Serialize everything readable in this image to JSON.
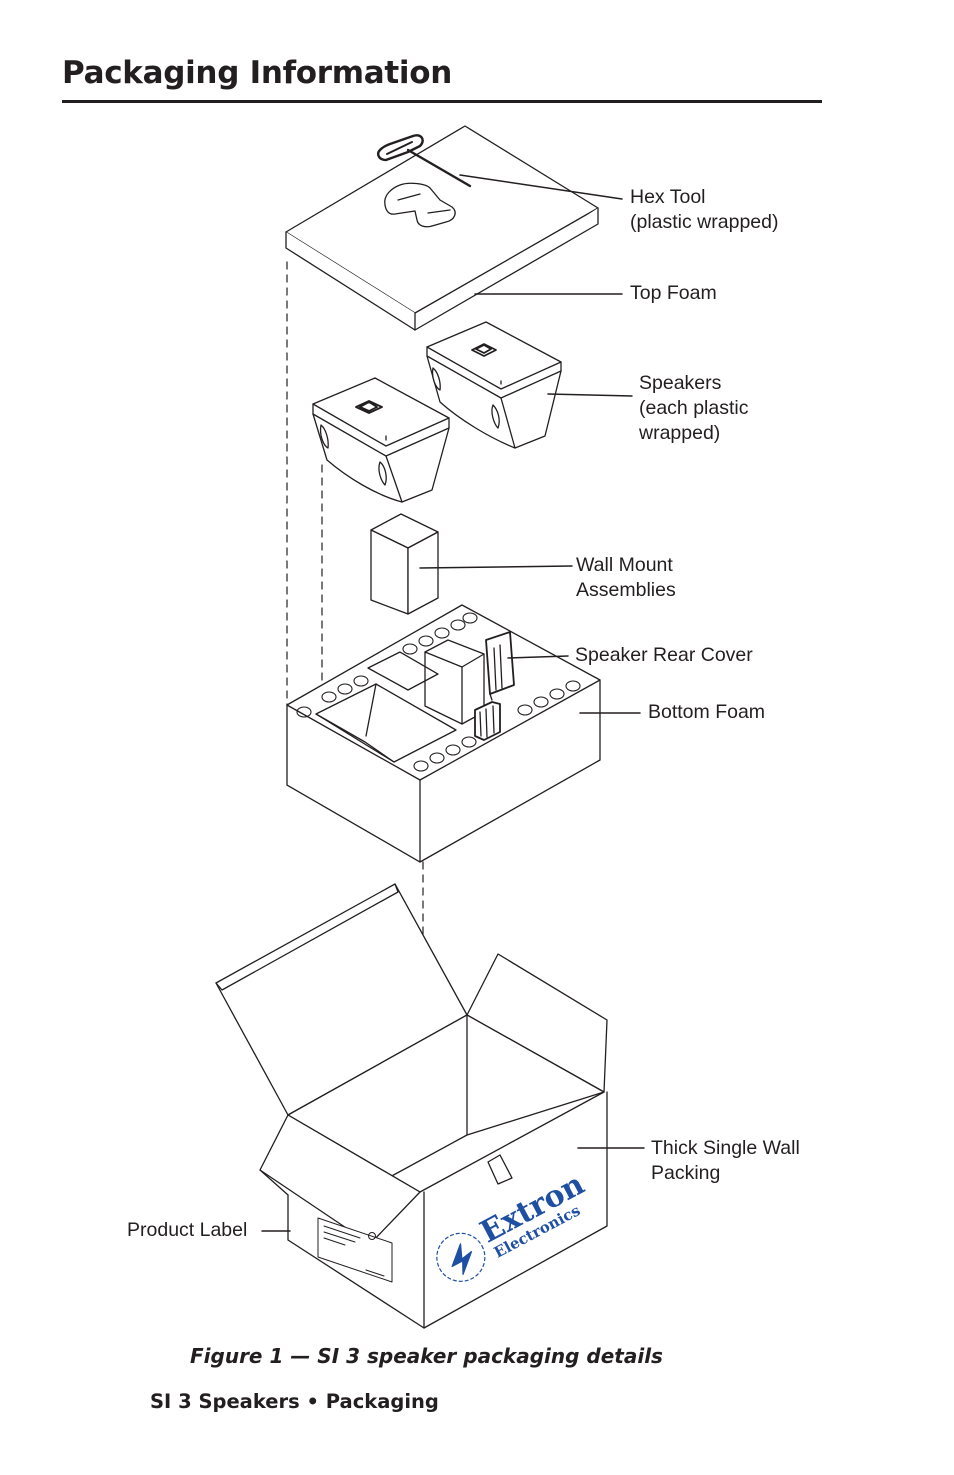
{
  "page": {
    "title": "Packaging Information",
    "caption": "Figure 1 — SI 3 speaker packaging details",
    "footer": "SI 3 Speakers • Packaging"
  },
  "callouts": {
    "hex_tool_line1": "Hex Tool",
    "hex_tool_line2": "(plastic wrapped)",
    "top_foam": "Top Foam",
    "speakers_line1": "Speakers",
    "speakers_line2": "(each plastic",
    "speakers_line3": "wrapped)",
    "wall_mount_line1": "Wall Mount",
    "wall_mount_line2": "Assemblies",
    "speaker_rear_cover": "Speaker Rear Cover",
    "bottom_foam": "Bottom Foam",
    "thick_wall_line1": "Thick Single Wall",
    "thick_wall_line2": "Packing",
    "product_label": "Product Label"
  },
  "logo": {
    "brand": "Extron",
    "sub": "Electronics",
    "color": "#1e4fa3"
  },
  "colors": {
    "ink": "#231f20"
  }
}
